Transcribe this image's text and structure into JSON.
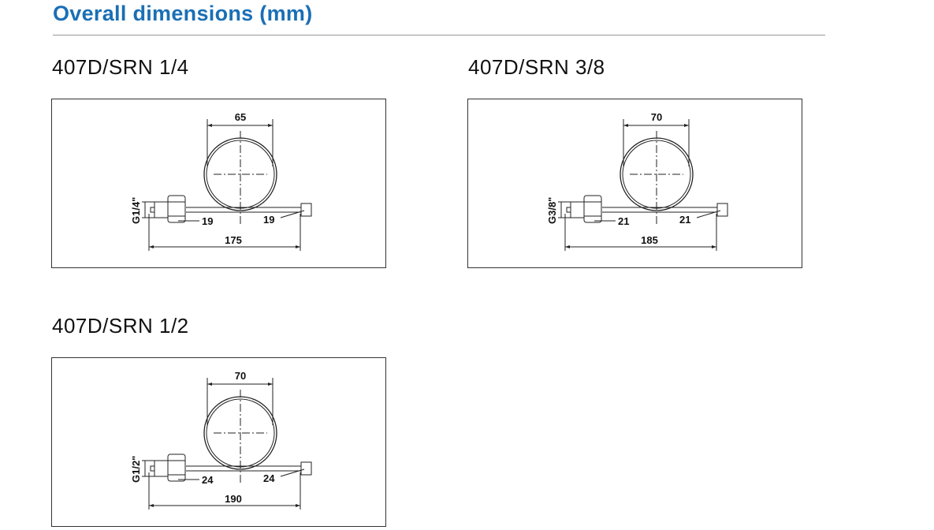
{
  "title": "Overall dimensions (mm)",
  "drawings": [
    {
      "model": "407D/SRN 1/4",
      "thread": "G1/4\"",
      "diameter": "65",
      "left_size": "19",
      "right_size": "19",
      "length": "175"
    },
    {
      "model": "407D/SRN 3/8",
      "thread": "G3/8\"",
      "diameter": "70",
      "left_size": "21",
      "right_size": "21",
      "length": "185"
    },
    {
      "model": "407D/SRN 1/2",
      "thread": "G1/2\"",
      "diameter": "70",
      "left_size": "24",
      "right_size": "24",
      "length": "190"
    }
  ],
  "colors": {
    "title": "#1a6fb5"
  }
}
